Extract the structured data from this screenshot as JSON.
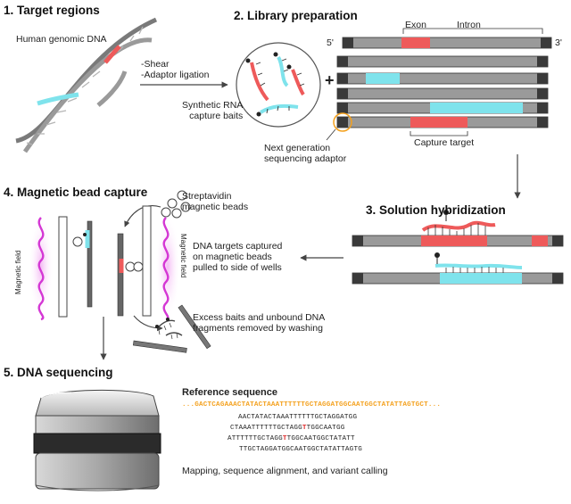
{
  "colors": {
    "red": "#ee5a5a",
    "cyan": "#7fe3ec",
    "gray": "#9a9a9a",
    "dark": "#3a3a3a",
    "magenta": "#d437d4",
    "orange": "#f4a11e",
    "mismatch": "#e03030"
  },
  "step1": {
    "title": "1. Target regions",
    "dna_label": "Human genomic DNA"
  },
  "step1_actions": {
    "shear": "-Shear",
    "ligation": "-Adaptor ligation"
  },
  "step2": {
    "title": "2. Library preparation",
    "exon": "Exon",
    "intron": "Intron",
    "end5": "5'",
    "end3": "3'",
    "baits": "Synthetic RNA\ncapture baits",
    "plus": "+",
    "adaptor": "Next generation\nsequencing adaptor",
    "capture_target": "Capture target"
  },
  "step3": {
    "title": "3. Solution hybridization"
  },
  "step4": {
    "title": "4. Magnetic bead capture",
    "beads": "Streptavidin\nmagnetic beads",
    "field_left": "Magnetic field",
    "field_right": "Magnetic field",
    "captured": "DNA targets captured\non magnetic beads\npulled to side of wells",
    "washed": "Excess baits and unbound DNA\nfragments removed by washing"
  },
  "step5": {
    "title": "5. DNA sequencing",
    "ref_label": "Reference sequence",
    "ref_seq": "...GACTCAGAAACTATACTAAATTTTTTGCTAGGATGGCAATGGCTATATTAGTGCT...",
    "reads": [
      [
        "AACTATACTAAATTTTTTGCTAGGATGG",
        "",
        ""
      ],
      [
        "CTAAATTTTTTGCTAGG",
        "T",
        "TGGCAATGG"
      ],
      [
        "ATTTTTTGCTAGG",
        "T",
        "TGGCAATGGCTATATT"
      ],
      [
        "TTGCTAGGATGGCAATGGCTATATTAGTG",
        "",
        ""
      ]
    ],
    "mapping": "Mapping, sequence alignment, and variant calling"
  }
}
